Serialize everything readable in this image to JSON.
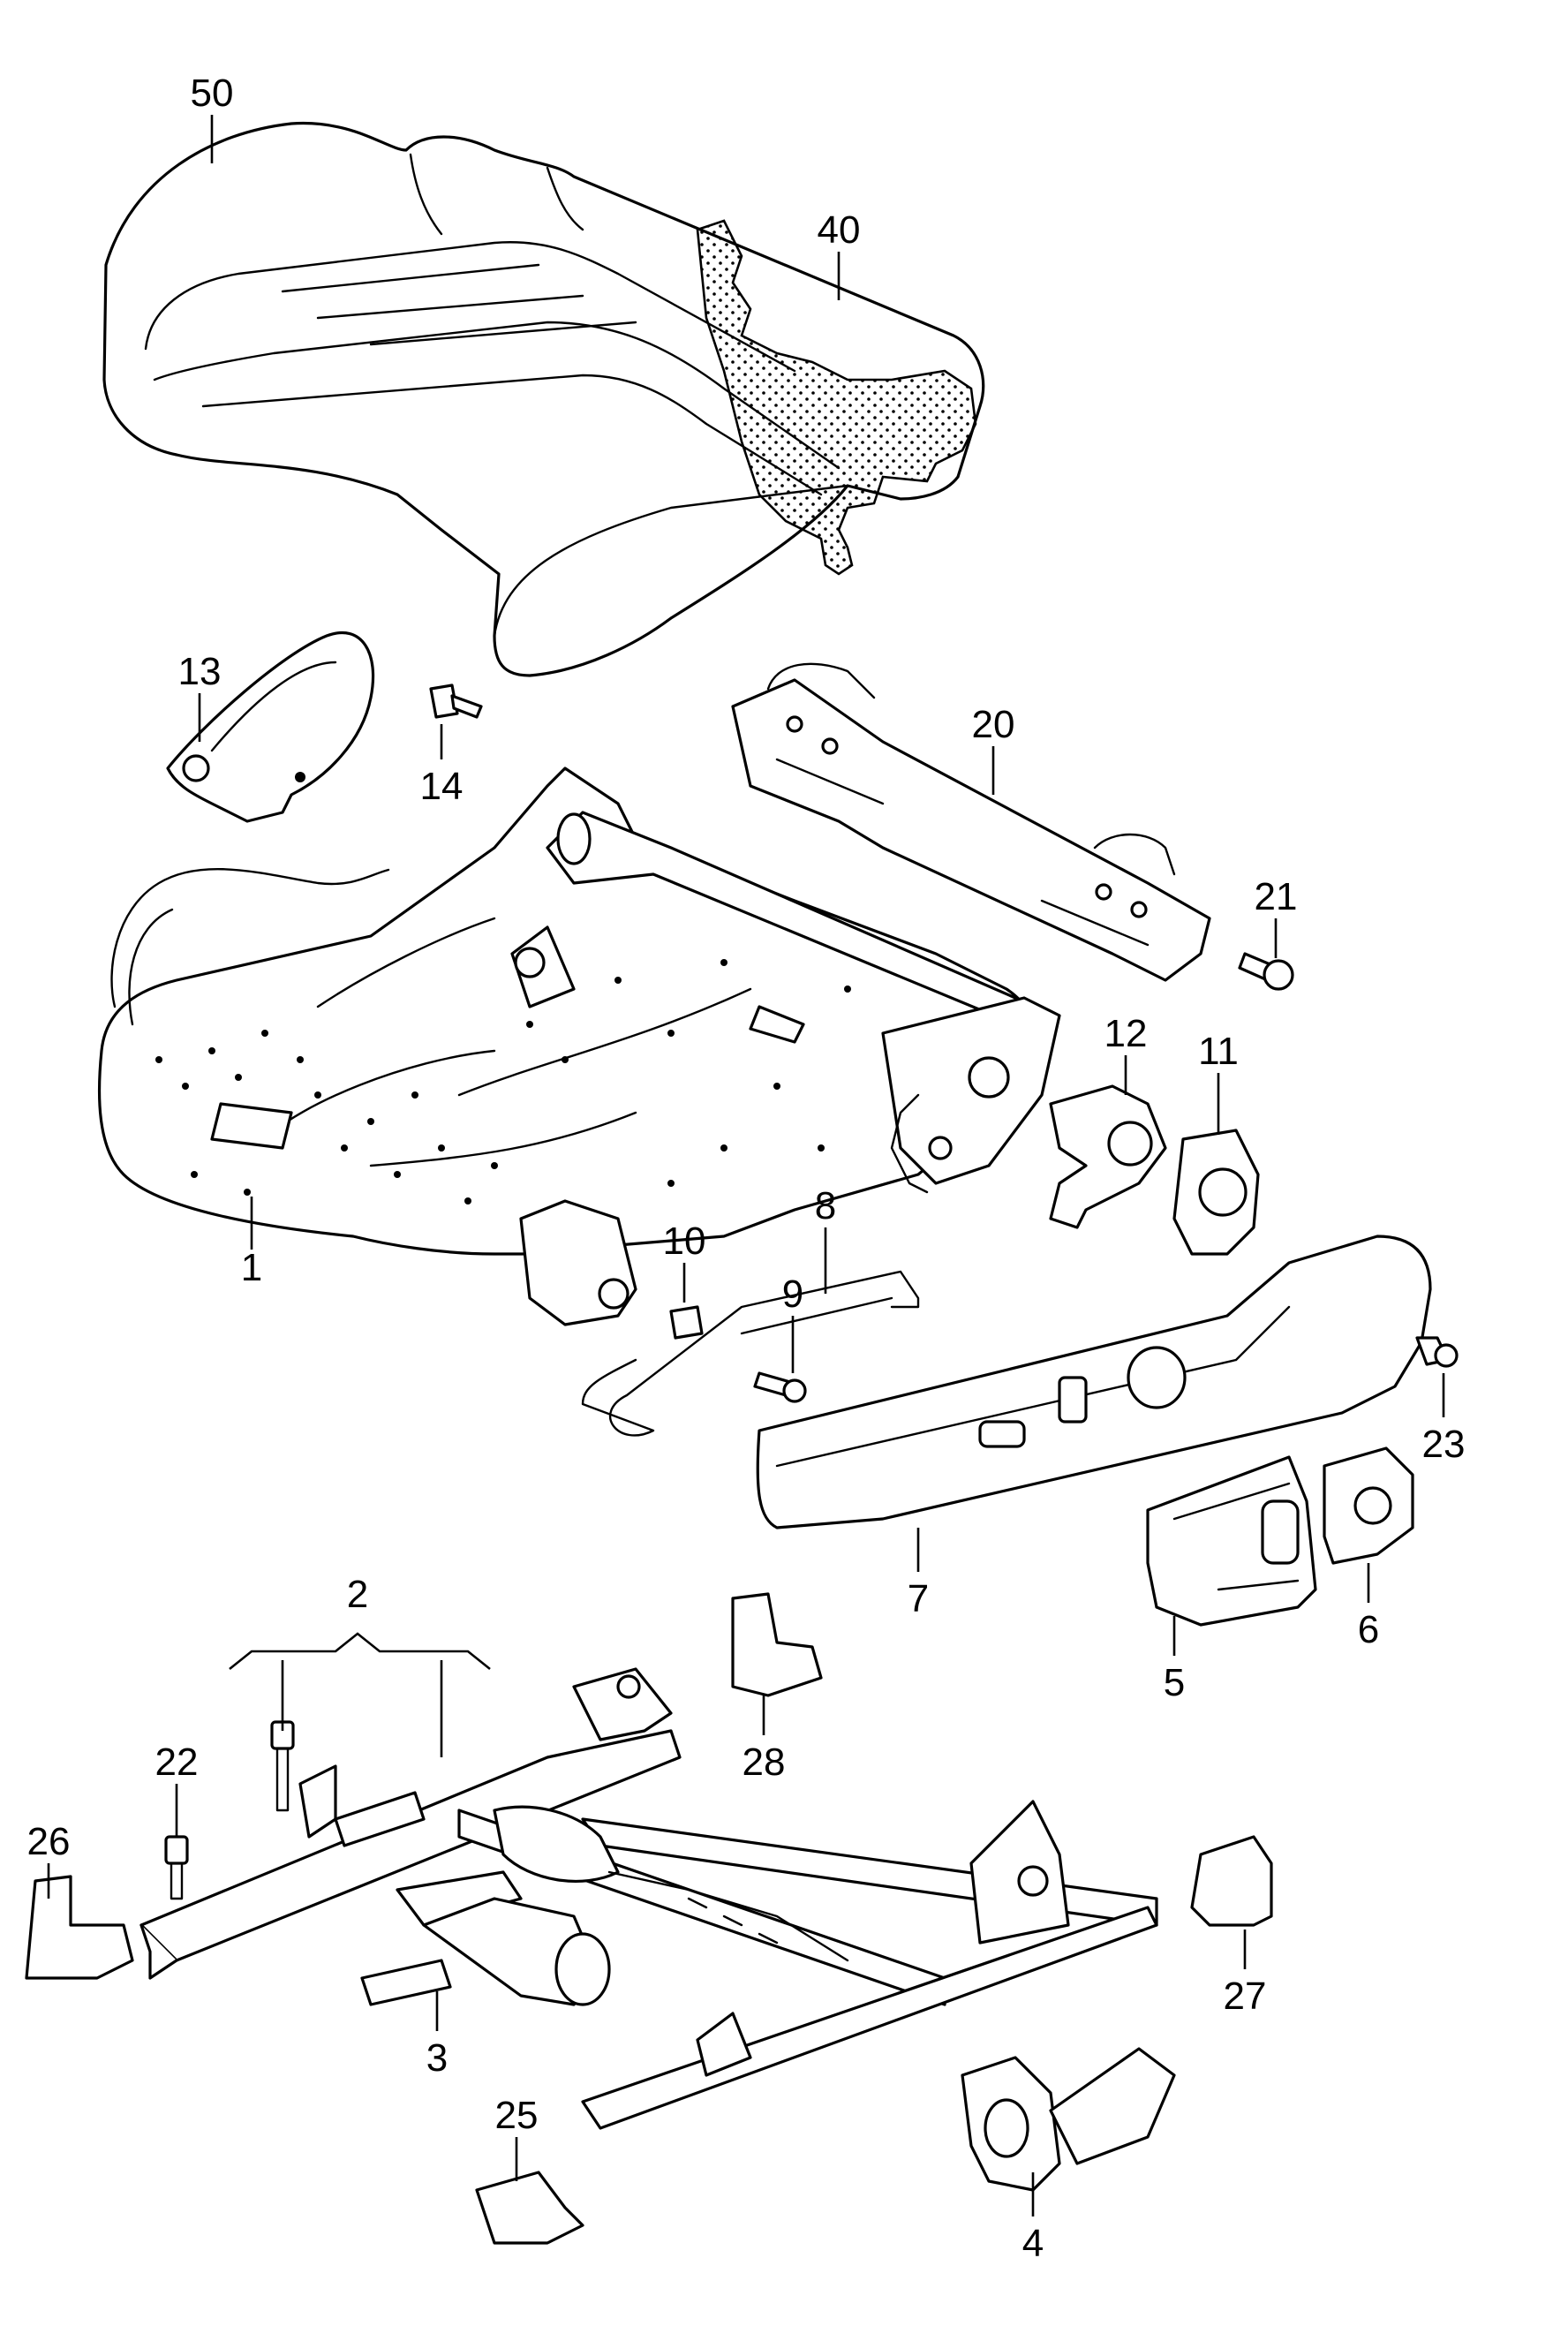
{
  "diagram": {
    "callouts": {
      "c1": "1",
      "c2": "2",
      "c3": "3",
      "c4": "4",
      "c5": "5",
      "c6": "6",
      "c7": "7",
      "c8": "8",
      "c9": "9",
      "c10": "10",
      "c11": "11",
      "c12": "12",
      "c13": "13",
      "c14": "14",
      "c20": "20",
      "c21": "21",
      "c22": "22",
      "c23": "23",
      "c25": "25",
      "c26": "26",
      "c27": "27",
      "c28": "28",
      "c40": "40",
      "c50": "50"
    },
    "colors": {
      "line": "#000000",
      "background": "#ffffff"
    }
  }
}
